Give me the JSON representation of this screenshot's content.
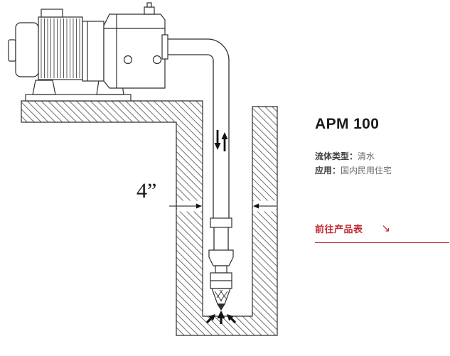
{
  "product_panel": {
    "title": "APM 100",
    "specs": [
      {
        "label": "流体类型：",
        "value": "清水"
      },
      {
        "label": "应用：",
        "value": "国内民用住宅"
      }
    ],
    "link": {
      "label": "前往产品表",
      "arrow_glyph": "↘"
    }
  },
  "diagram": {
    "name": "jet-pump-well-installation-drawing",
    "dimension_label": "4”",
    "elements": [
      "motor",
      "pump-casing",
      "ground-cross-section",
      "well-shaft",
      "drop-pipe",
      "pipe-coupling",
      "foot-valve-strainer",
      "flow-down-arrow",
      "flow-up-arrow",
      "water-intake-arrows",
      "well-bore-dimension"
    ]
  },
  "colors": {
    "accent_red": "#c2272d",
    "drawing_line": "#2f2f2f",
    "title_text": "#1a1a1a",
    "spec_label": "#3d3d3d",
    "spec_value": "#6b6b6b"
  }
}
